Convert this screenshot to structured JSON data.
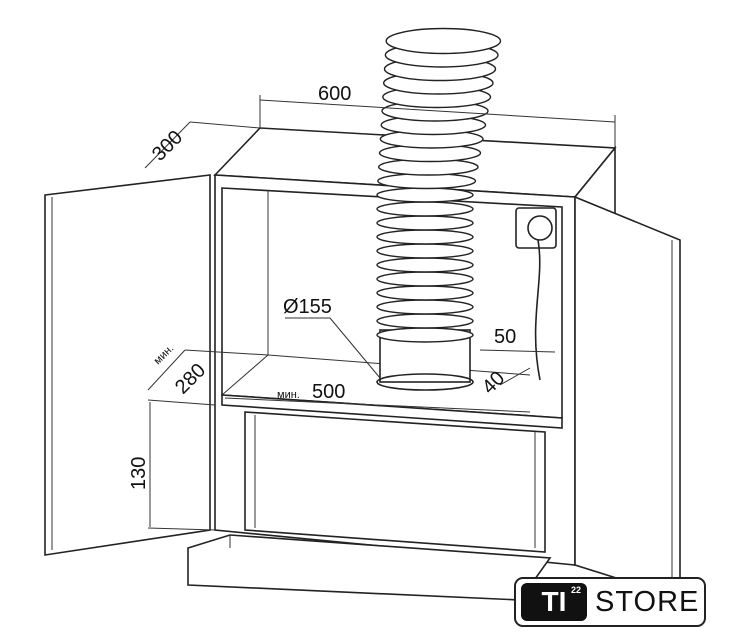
{
  "dimensions": {
    "width_top": "600",
    "depth_top": "300",
    "duct_diameter": "Ø155",
    "socket_offset": "50",
    "min_label_depth": "мин.",
    "min_depth": "280",
    "min_label_width": "мин.",
    "min_width": "500",
    "gap": "40",
    "height": "130"
  },
  "logo": {
    "mark": "TI",
    "superscript": "22",
    "text": "STORE"
  }
}
